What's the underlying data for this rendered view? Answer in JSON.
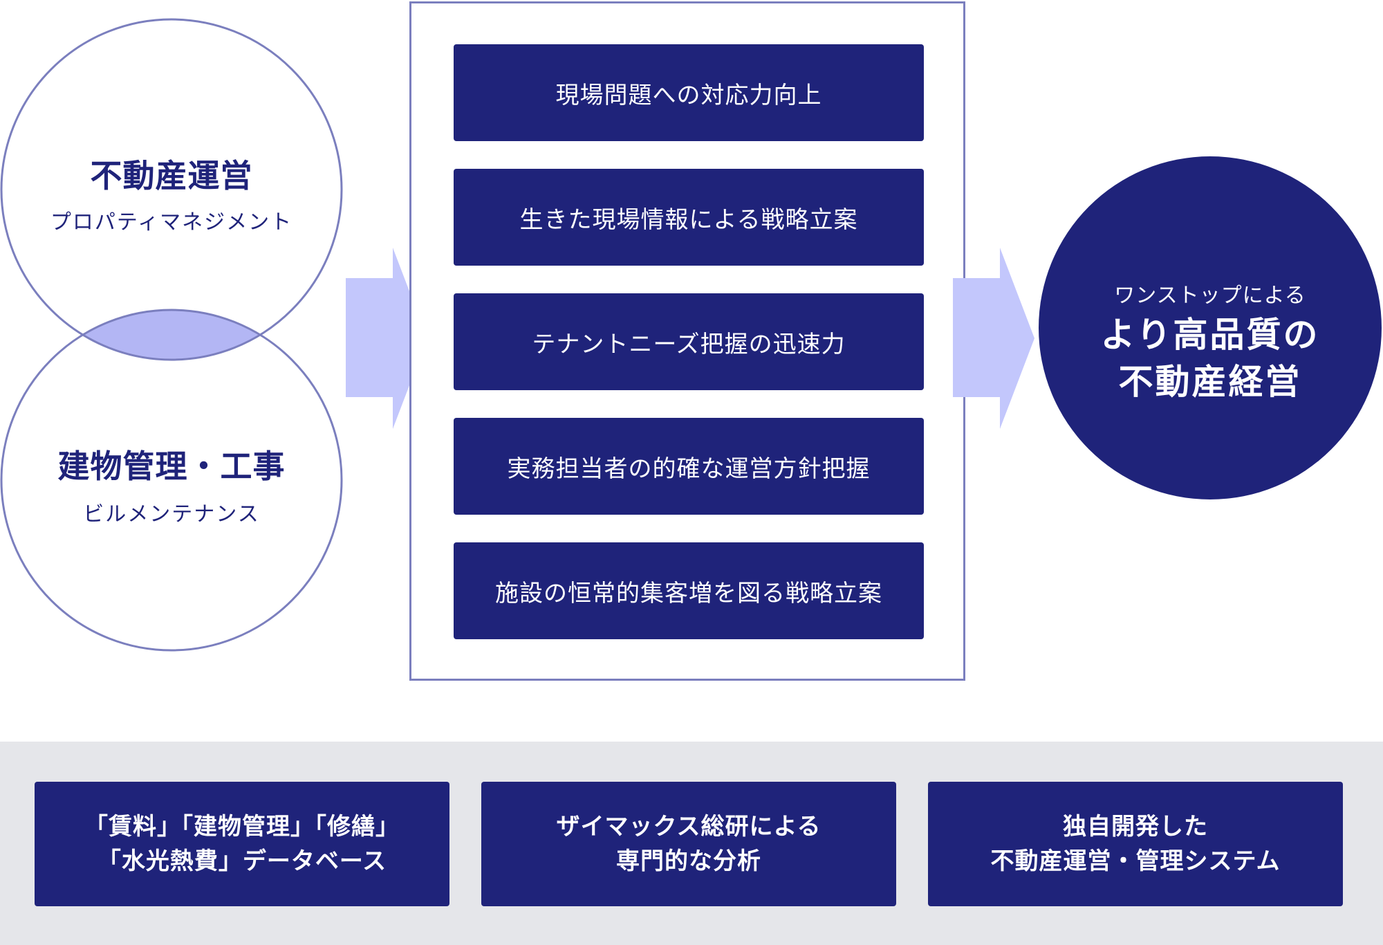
{
  "colors": {
    "navy": "#1f237a",
    "circle_stroke": "#7b7fbe",
    "overlap_fill": "#b3b6f4",
    "arrow_fill": "#c3c7fc",
    "band_bg": "#e5e6ea"
  },
  "venn": {
    "top_circle": {
      "title": "不動産運営",
      "subtitle": "プロパティマネジメント"
    },
    "bottom_circle": {
      "title": "建物管理・工事",
      "subtitle": "ビルメンテナンス"
    }
  },
  "benefits": [
    "現場問題への対応力向上",
    "生きた現場情報による戦略立案",
    "テナントニーズ把握の迅速力",
    "実務担当者の的確な運営方針把握",
    "施設の恒常的集客増を図る戦略立案"
  ],
  "result": {
    "subtitle": "ワンストップによる",
    "title_line1": "より高品質の",
    "title_line2": "不動産経営"
  },
  "foundations": [
    {
      "line1": "「賃料」「建物管理」「修繕」",
      "line2": "「水光熱費」データベース"
    },
    {
      "line1": "ザイマックス総研による",
      "line2": "専門的な分析"
    },
    {
      "line1": "独自開発した",
      "line2": "不動産運営・管理システム"
    }
  ]
}
